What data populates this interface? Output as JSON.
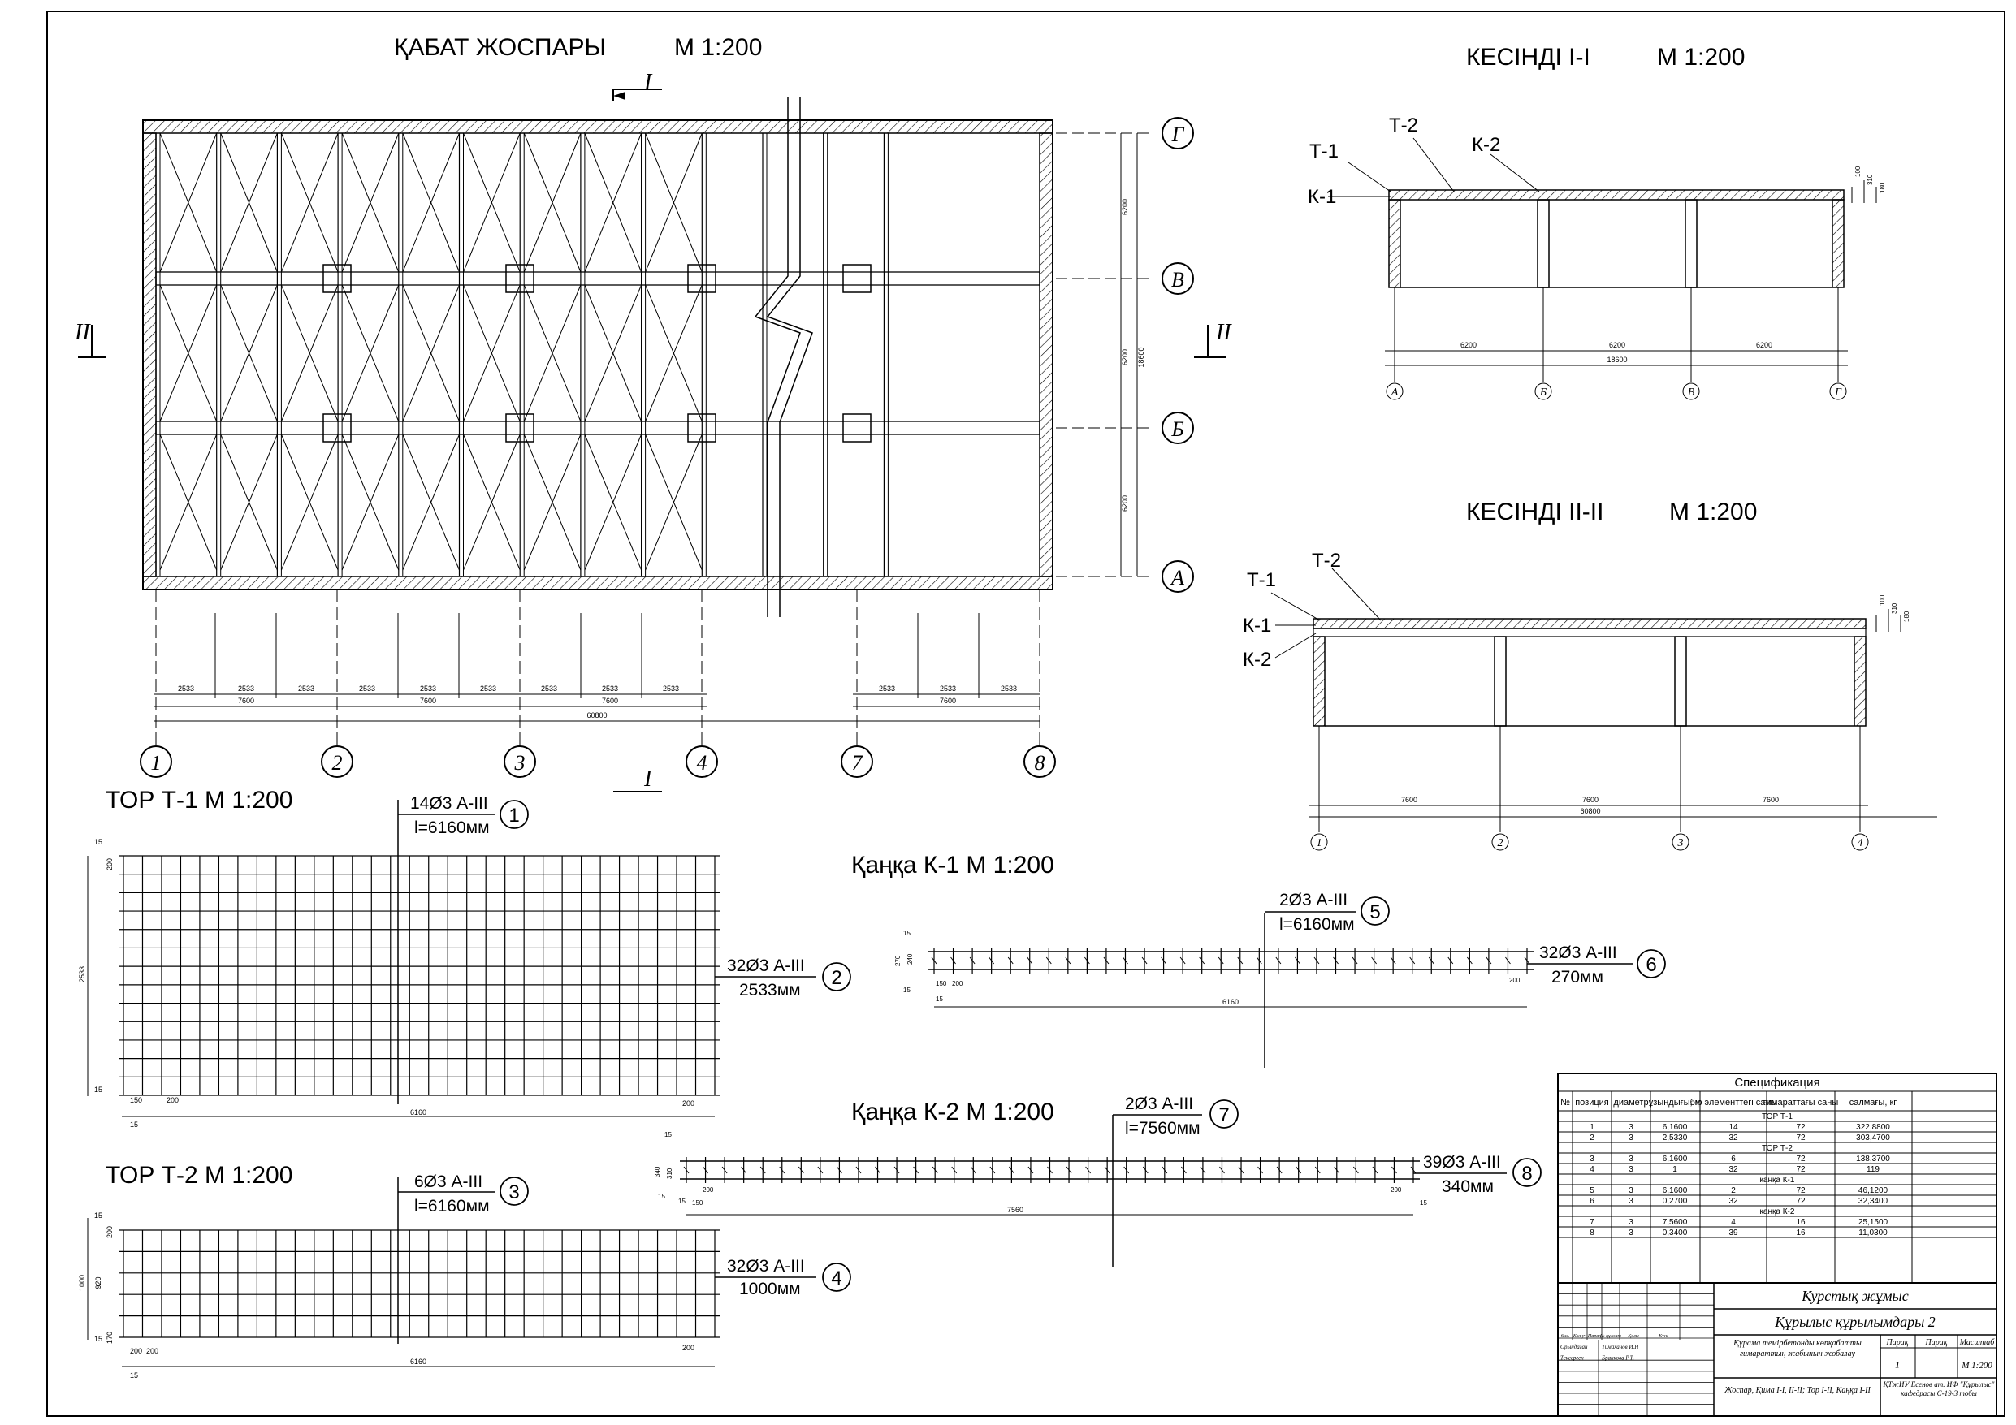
{
  "plan": {
    "title": "ҚАБАТ ЖОСПАРЫ",
    "scale": "М 1:200",
    "section_marks": [
      "I",
      "I",
      "II",
      "II"
    ],
    "axes_letters": [
      "Г",
      "В",
      "Б",
      "А"
    ],
    "axes_numbers": [
      "1",
      "2",
      "3",
      "4",
      "7",
      "8"
    ],
    "dims_small": [
      "2533",
      "2533",
      "2533",
      "2533",
      "2533",
      "2533",
      "2533",
      "2533",
      "2533",
      "2533",
      "2533",
      "2533"
    ],
    "dims_mid": [
      "7600",
      "7600",
      "7600",
      "7600"
    ],
    "dim_total": "60800",
    "dims_vertical": [
      "6200",
      "6200",
      "6200"
    ],
    "dim_vertical_total": "18600"
  },
  "section1": {
    "title": "КЕСІНДІ  І-І",
    "scale": "М 1:200",
    "labels": [
      "Т-1",
      "Т-2",
      "К-2",
      "К-1"
    ],
    "dims": [
      "6200",
      "6200",
      "6200"
    ],
    "total": "18600",
    "axes": [
      "А",
      "Б",
      "В",
      "Г"
    ],
    "heights": [
      "100",
      "310",
      "180"
    ]
  },
  "section2": {
    "title": "КЕСІНДІ  ІІ-ІІ",
    "scale": "М 1:200",
    "labels": [
      "Т-1",
      "Т-2",
      "К-1",
      "К-2"
    ],
    "dims": [
      "7600",
      "7600",
      "7600"
    ],
    "total": "60800",
    "axes": [
      "1",
      "2",
      "3",
      "4"
    ],
    "heights": [
      "100",
      "310",
      "180"
    ]
  },
  "mesh_t1": {
    "title": "ТОР  Т-1  М 1:200",
    "bar1": "14Ø3  А-III",
    "bar1_len": "l=6160мм",
    "bar1_pos": "1",
    "bar2": "32Ø3  А-III",
    "bar2_len": "2533мм",
    "bar2_pos": "2",
    "dims": [
      "15",
      "200",
      "2533",
      "15",
      "200",
      "150",
      "200",
      "6160",
      "15"
    ]
  },
  "mesh_t2": {
    "title": "ТОР  Т-2  М 1:200",
    "bar1": "6Ø3  А-III",
    "bar1_len": "l=6160мм",
    "bar1_pos": "3",
    "bar2": "32Ø3  А-III",
    "bar2_len": "1000мм",
    "bar2_pos": "4",
    "dims": [
      "15",
      "200",
      "920",
      "1000",
      "170",
      "15",
      "200",
      "200",
      "200",
      "6160",
      "15"
    ]
  },
  "cage_k1": {
    "title": "Қаңқа К-1  М 1:200",
    "bar1": "2Ø3  А-III",
    "bar1_len": "l=6160мм",
    "bar1_pos": "5",
    "bar2": "32Ø3  А-III",
    "bar2_len": "270мм",
    "bar2_pos": "6",
    "dims": [
      "15",
      "240",
      "270",
      "15",
      "15",
      "150",
      "200",
      "200",
      "6160"
    ]
  },
  "cage_k2": {
    "title": "Қаңқа К-2  М 1:200",
    "bar1": "2Ø3  А-III",
    "bar1_len": "l=7560мм",
    "bar1_pos": "7",
    "bar2": "39Ø3  А-III",
    "bar2_len": "340мм",
    "bar2_pos": "8",
    "dims": [
      "15",
      "340",
      "310",
      "15",
      "15",
      "150",
      "200",
      "200",
      "7560",
      "15"
    ]
  },
  "spec": {
    "title": "Спецификация",
    "headers": [
      "№",
      "позиция",
      "диаметр",
      "ұзындығы, м",
      "бір элементтегі саны",
      "ғимараттағы саны",
      "салмағы, кг"
    ],
    "groups": [
      {
        "name": "ТОР   Т-1",
        "rows": [
          [
            "",
            "1",
            "3",
            "6,1600",
            "14",
            "72",
            "322,8800"
          ],
          [
            "",
            "2",
            "3",
            "2,5330",
            "32",
            "72",
            "303,4700"
          ]
        ]
      },
      {
        "name": "ТОР   Т-2",
        "rows": [
          [
            "",
            "3",
            "3",
            "6,1600",
            "6",
            "72",
            "138,3700"
          ],
          [
            "",
            "4",
            "3",
            "1",
            "32",
            "72",
            "119"
          ]
        ]
      },
      {
        "name": "қаңқа К-1",
        "rows": [
          [
            "",
            "5",
            "3",
            "6,1600",
            "2",
            "72",
            "46,1200"
          ],
          [
            "",
            "6",
            "3",
            "0,2700",
            "32",
            "72",
            "32,3400"
          ]
        ]
      },
      {
        "name": "қаңқа К-2",
        "rows": [
          [
            "",
            "7",
            "3",
            "7,5600",
            "4",
            "16",
            "25,1500"
          ],
          [
            "",
            "8",
            "3",
            "0,3400",
            "39",
            "16",
            "11,0300"
          ]
        ]
      }
    ]
  },
  "stamp": {
    "work": "Курстық жұмыс",
    "subject": "Құрылыс құрылымдары 2",
    "topic": "Құрама темірбетонды көпқабатты ғимараттың жабынын жобалау",
    "sheet_content": "Жоспар, Қима І-І, ІІ-ІІ; Тор І-ІІ, Қаңқа І-ІІ",
    "org": "ҚТжИУ Есенов ат. ИФ \"Құрылыс\" кафедрасы С-19-3 тобы",
    "col_stage": "Парақ",
    "col_sheets": "Парақ",
    "col_scale": "Масштаб",
    "stage_val": "1",
    "scale_val": "М 1:200",
    "roles": [
      "Орындаған",
      "Тексерген"
    ],
    "names": [
      "Тимаханов И.Н",
      "Бранкова Р.Т."
    ],
    "small_head": [
      "Өзг.",
      "Кол.уч",
      "Парақ",
      "№ құжат",
      "Қолы",
      "Күні"
    ]
  }
}
